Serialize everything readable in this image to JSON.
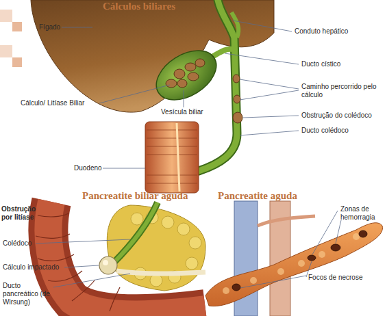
{
  "diagram": {
    "labels": [
      "Cálculos biliares",
      "Fígado",
      "Conduto hepático",
      "Ducto cístico",
      "Cálculo/ Litíase Biliar",
      "Vesícula biliar",
      "Caminho percorrido pelo cálculo",
      "Obstrução do colédoco",
      "Ducto colédoco",
      "Duodeno",
      "Pancreatite biliar aguda",
      "Obstrução por litíase",
      "Colédoco",
      "Cálculo impactado",
      "Ducto pancreático (de Wirsung)",
      "Pancreatite aguda",
      "Zonas de hemorragia",
      "Focos de necrose"
    ]
  }
}
